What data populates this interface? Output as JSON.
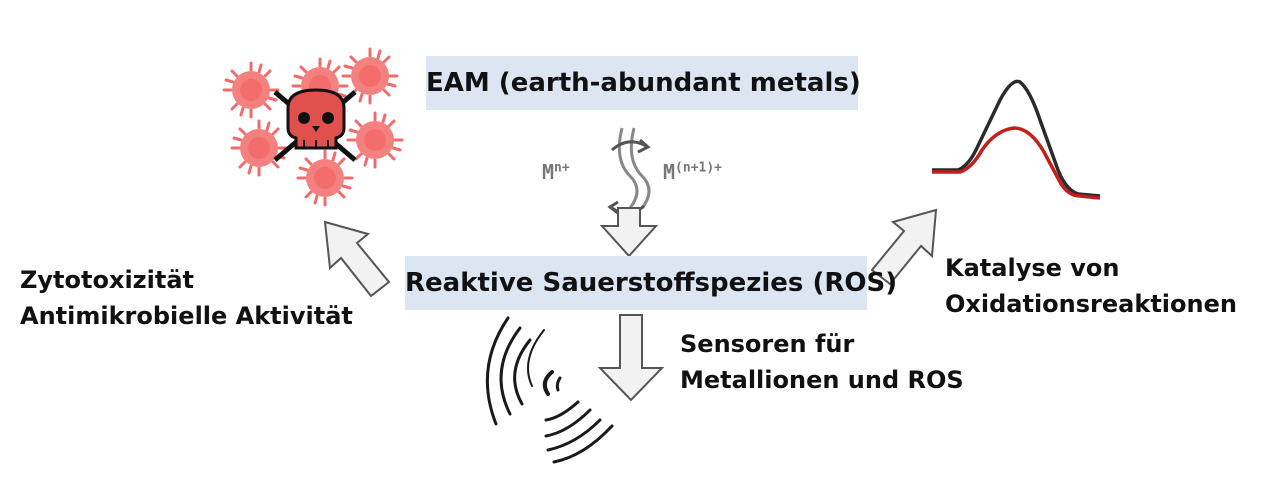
{
  "boxes": {
    "eam": "EAM (earth-abundant metals)",
    "ros": "Reaktive Sauerstoffspezies (ROS)"
  },
  "metals": {
    "left_base": "M",
    "left_charge": "n+",
    "right_base": "M",
    "right_charge": "(n+1)+"
  },
  "labels": {
    "left_line1": "Zytotoxizität",
    "left_line2": "Antimikrobielle Aktivität",
    "right_line1": "Katalyse von",
    "right_line2": "Oxidationsreaktionen",
    "bottom_line1": "Sensoren für",
    "bottom_line2": "Metallionen und ROS"
  },
  "colors": {
    "box_fill": "#dce6f2",
    "virus": "#f26b6b",
    "skull": "#e0504d",
    "curve_dark": "#2b2b2b",
    "curve_red": "#c41e1e",
    "arrow_fill": "#f2f2f2",
    "arrow_stroke": "#555555"
  },
  "icons": [
    "virus-cluster-icon",
    "skull-icon",
    "redox-cycle-icon",
    "sensor-waves-icon",
    "oxidation-curve-icon"
  ]
}
